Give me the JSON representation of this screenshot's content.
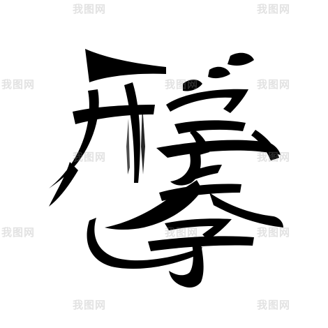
{
  "artwork": {
    "characters": [
      "开",
      "学",
      "季"
    ],
    "colors": {
      "ink": "#000000",
      "background": "#ffffff",
      "watermark": "#969696"
    }
  },
  "watermark": {
    "text": "我图网"
  }
}
